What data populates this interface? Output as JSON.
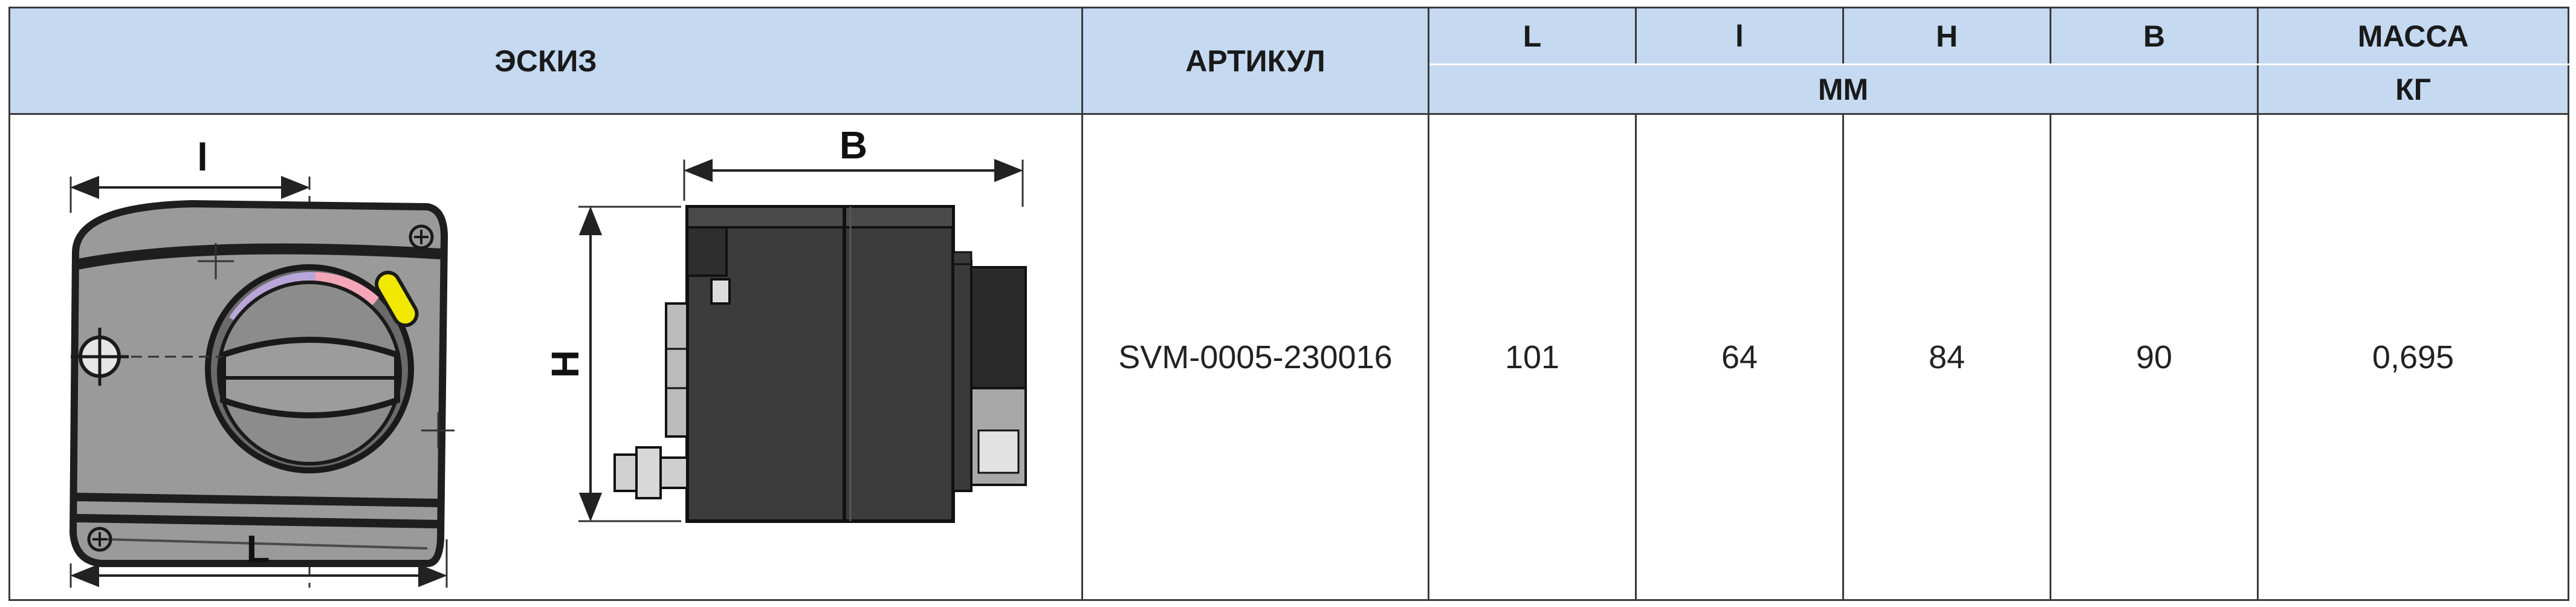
{
  "headers": {
    "sketch": "ЭСКИЗ",
    "article": "АРТИКУЛ",
    "L": "L",
    "l": "l",
    "H": "H",
    "B": "B",
    "mass": "МАССА",
    "unit_dims": "ММ",
    "unit_mass": "КГ"
  },
  "sketch_labels": {
    "l": "l",
    "L": "L",
    "B": "B",
    "H": "H"
  },
  "row": {
    "article": "SVM-0005-230016",
    "L": "101",
    "l": "64",
    "H": "84",
    "B": "90",
    "mass": "0,695"
  },
  "colors": {
    "header_bg": "#c5d9f1",
    "body_grey": "#9a9a9a",
    "dark_body": "#3c3c3c",
    "knob_purple": "#b9a6d8",
    "knob_pink": "#f2a6b8",
    "knob_yellow": "#f0e800"
  }
}
